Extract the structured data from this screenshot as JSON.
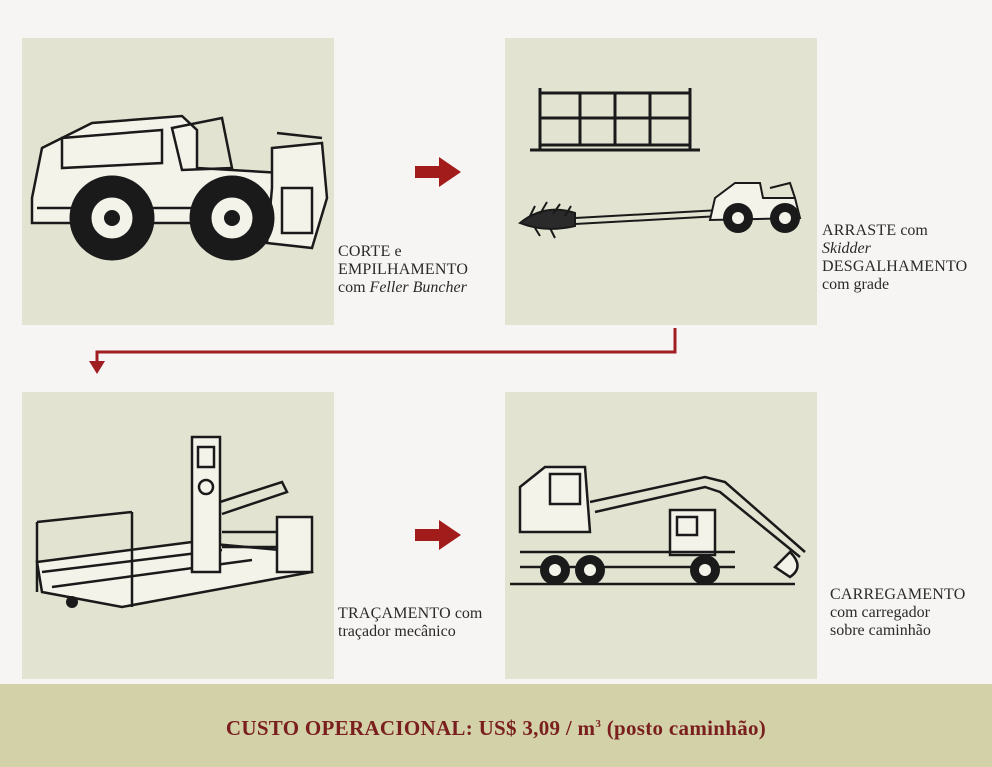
{
  "steps": [
    {
      "lines": [
        {
          "upper": "CORTE",
          "rest": " e"
        },
        {
          "upper": "EMPILHAMENTO",
          "rest": ""
        },
        {
          "plain": "com ",
          "italic": "Feller Buncher"
        }
      ],
      "machine_icon": "feller-buncher-drawing"
    },
    {
      "lines": [
        {
          "upper": "ARRASTE",
          "rest": " com"
        },
        {
          "italic": "Skidder"
        },
        {
          "upper": "DESGALHAMENTO",
          "rest": ""
        },
        {
          "plain": "com grade"
        }
      ],
      "machine_icon": "skidder-and-grate-drawing"
    },
    {
      "lines": [
        {
          "upper": "TRAÇAMENTO",
          "rest": " com"
        },
        {
          "plain": "traçador mecânico"
        }
      ],
      "machine_icon": "mechanical-slasher-drawing"
    },
    {
      "lines": [
        {
          "upper": "CARREGAMENTO",
          "rest": ""
        },
        {
          "plain": "com carregador"
        },
        {
          "plain": "sobre caminhão"
        }
      ],
      "machine_icon": "truck-loader-drawing"
    }
  ],
  "footer": {
    "label": "CUSTO OPERACIONAL: US$ 3,09 / m",
    "superscript": "3",
    "suffix": " (posto caminhão)"
  },
  "colors": {
    "panel": "#e2e4d1",
    "arrow": "#a31c1c",
    "connector": "#a01e22",
    "footer_bg": "#d2d1a8",
    "footer_text": "#7a1e1e"
  }
}
